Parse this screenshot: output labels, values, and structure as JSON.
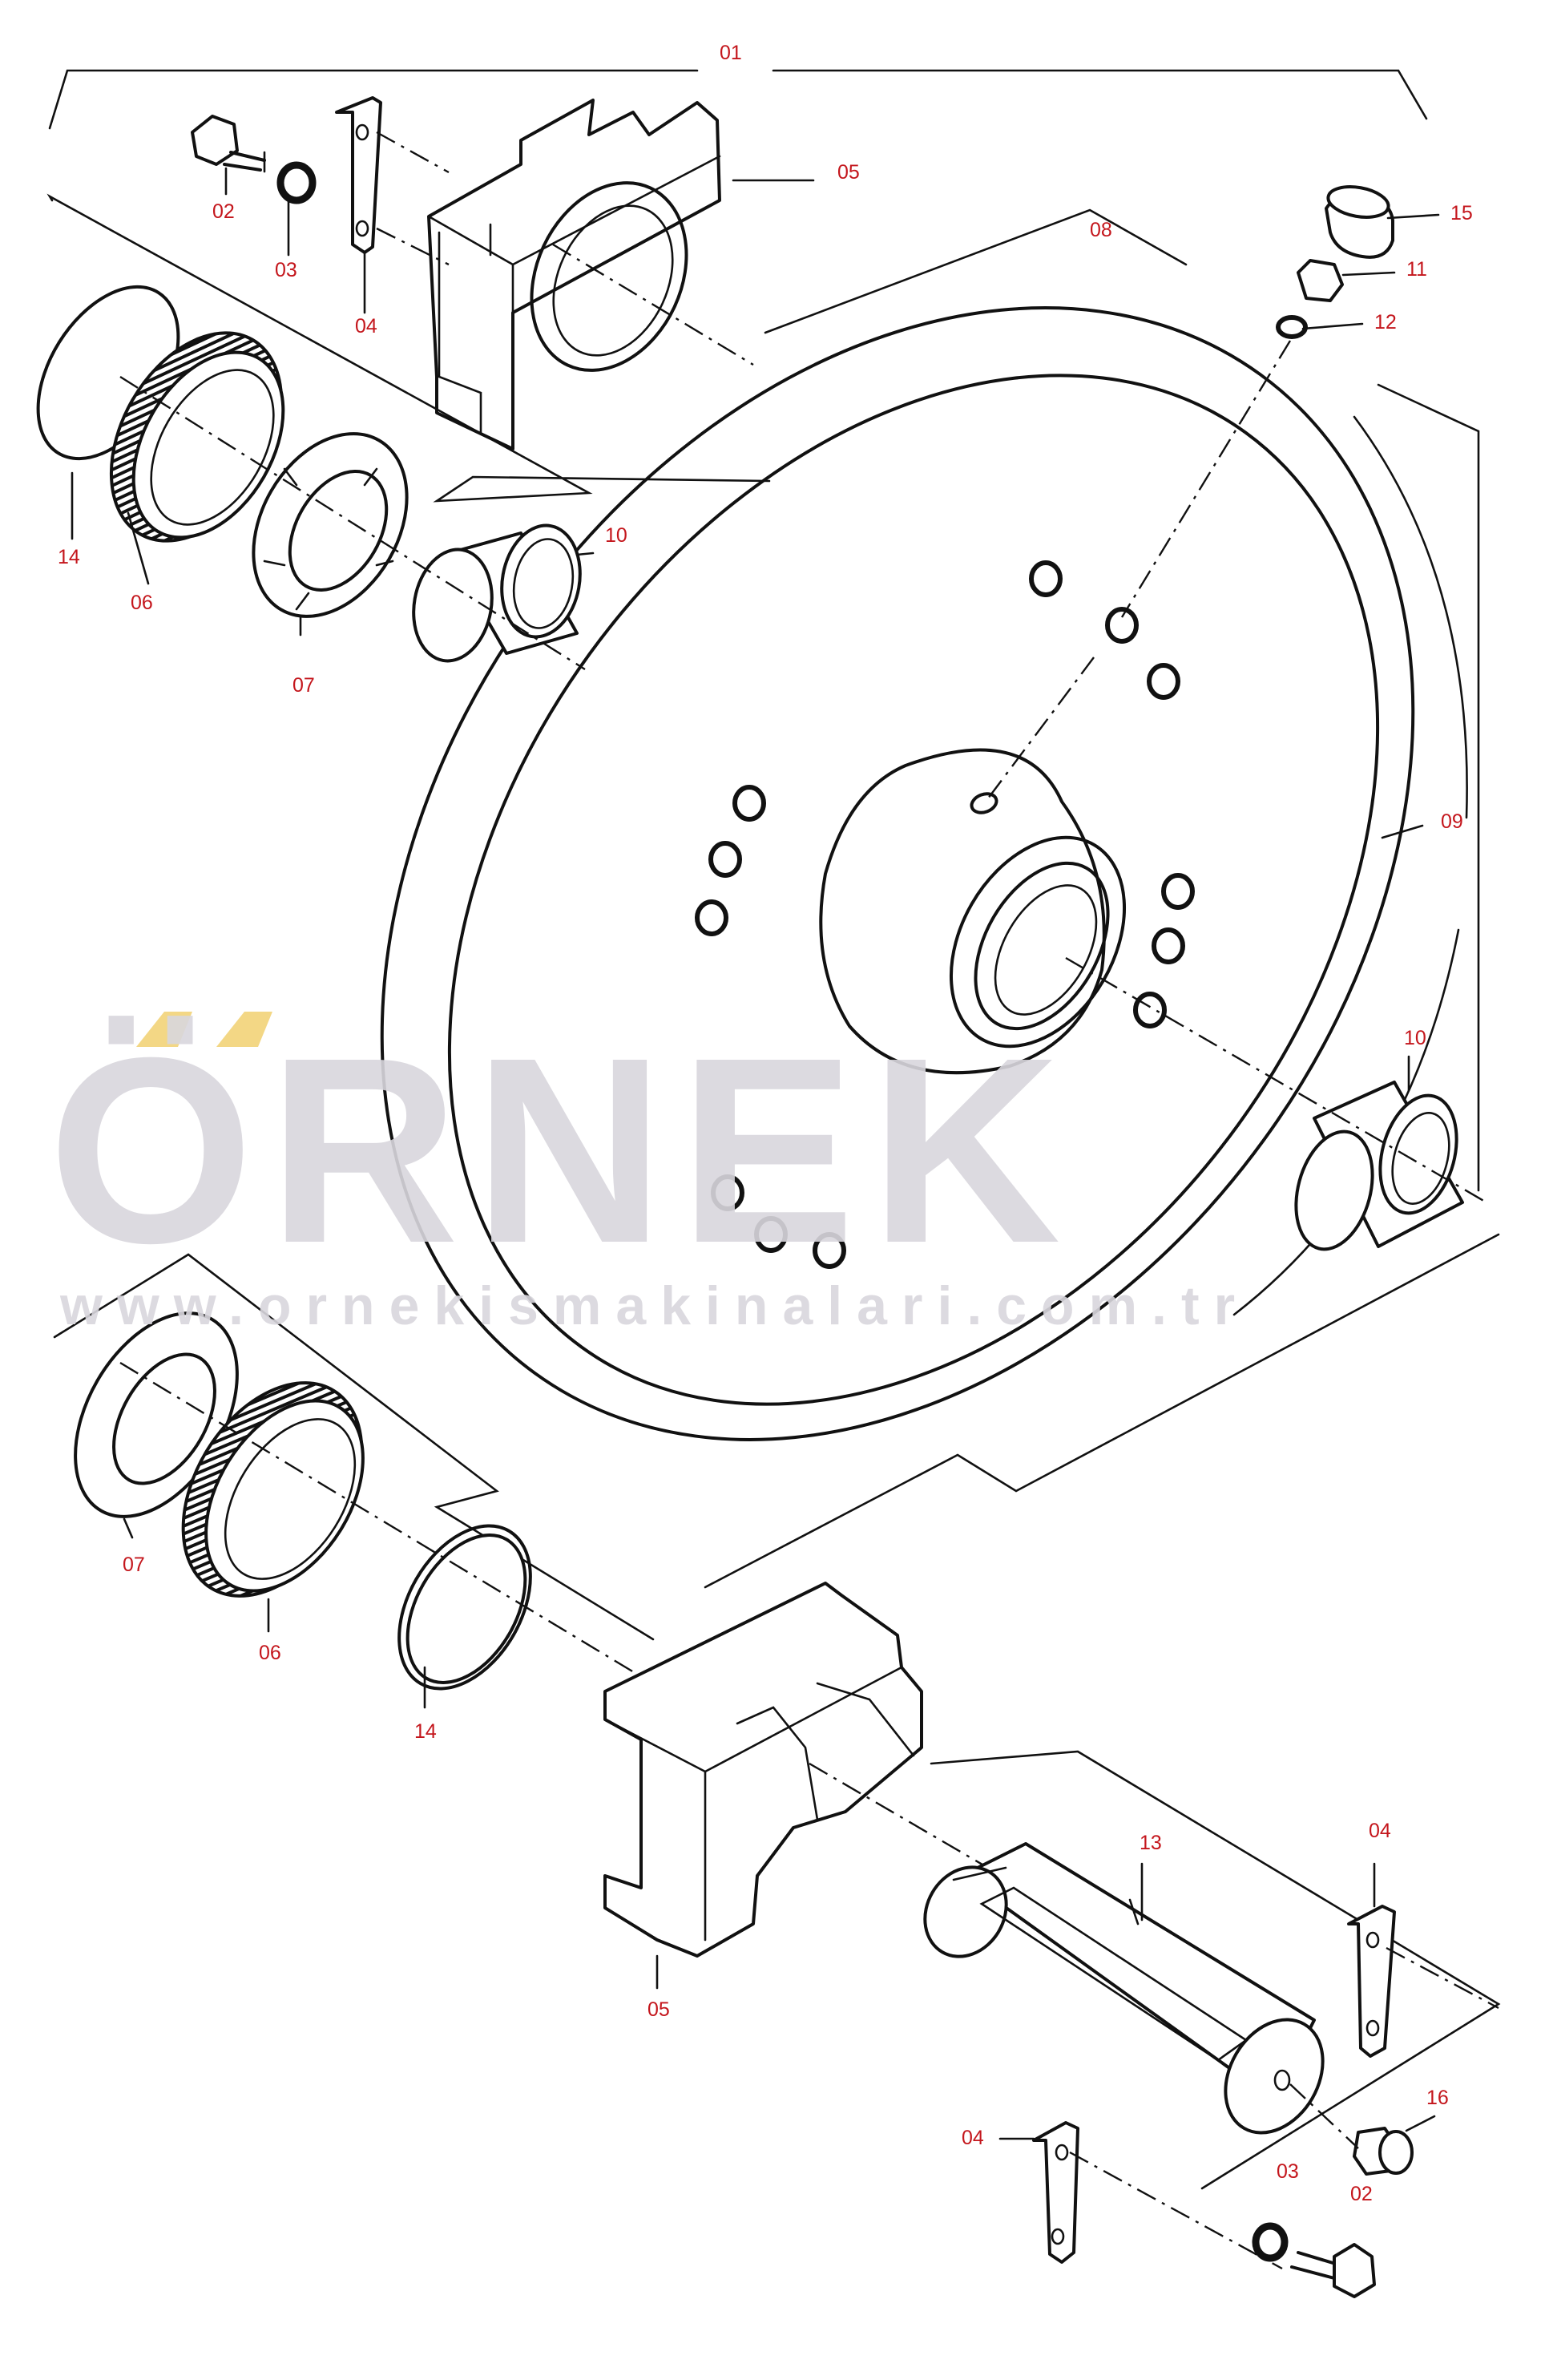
{
  "watermark": {
    "brand": "ÖRNEK",
    "url": "www.ornekismakinalari.com.tr",
    "text_color": "#d9d7dd",
    "accent_color": "#f3d785"
  },
  "diagram": {
    "type": "exploded-parts-diagram",
    "subject": "idler wheel assembly",
    "line_color": "#111111",
    "callout_color": "#c4161c"
  },
  "callouts": [
    {
      "id": "c01",
      "label": "01"
    },
    {
      "id": "c02a",
      "label": "02"
    },
    {
      "id": "c03a",
      "label": "03"
    },
    {
      "id": "c04a",
      "label": "04"
    },
    {
      "id": "c05a",
      "label": "05"
    },
    {
      "id": "c08",
      "label": "08"
    },
    {
      "id": "c15",
      "label": "15"
    },
    {
      "id": "c11",
      "label": "11"
    },
    {
      "id": "c12",
      "label": "12"
    },
    {
      "id": "c14a",
      "label": "14"
    },
    {
      "id": "c06a",
      "label": "06"
    },
    {
      "id": "c07a",
      "label": "07"
    },
    {
      "id": "c10a",
      "label": "10"
    },
    {
      "id": "c09",
      "label": "09"
    },
    {
      "id": "c10b",
      "label": "10"
    },
    {
      "id": "c07b",
      "label": "07"
    },
    {
      "id": "c06b",
      "label": "06"
    },
    {
      "id": "c14b",
      "label": "14"
    },
    {
      "id": "c13",
      "label": "13"
    },
    {
      "id": "c04b",
      "label": "04"
    },
    {
      "id": "c05b",
      "label": "05"
    },
    {
      "id": "c16",
      "label": "16"
    },
    {
      "id": "c04c",
      "label": "04"
    },
    {
      "id": "c03b",
      "label": "03"
    },
    {
      "id": "c02b",
      "label": "02"
    }
  ]
}
